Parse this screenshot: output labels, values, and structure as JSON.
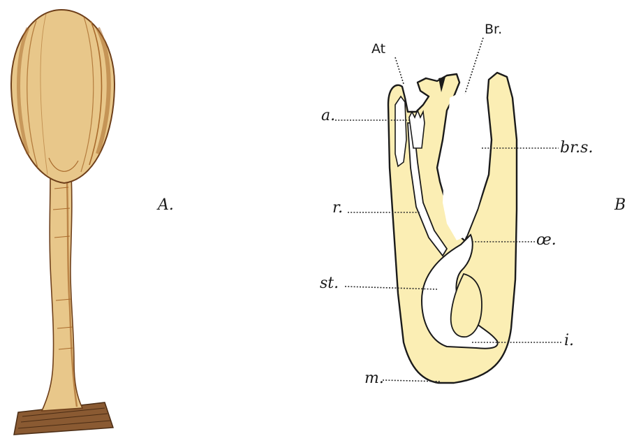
{
  "figure_a": {
    "panel_label": "A.",
    "colors": {
      "fill": "#e8c78a",
      "shade": "#a86a2c",
      "outline": "#6e3f1a",
      "base": "#8a5a32"
    }
  },
  "figure_b": {
    "panel_label": "B",
    "labels": {
      "at": "At",
      "br": "Br.",
      "a": "a.",
      "brs": "br.s.",
      "r": "r.",
      "oe": "œ.",
      "st": "st.",
      "i": "i.",
      "m": "m."
    },
    "colors": {
      "fill": "#fbeeb4",
      "outline": "#1a1a1a",
      "cavity": "#ffffff"
    }
  }
}
